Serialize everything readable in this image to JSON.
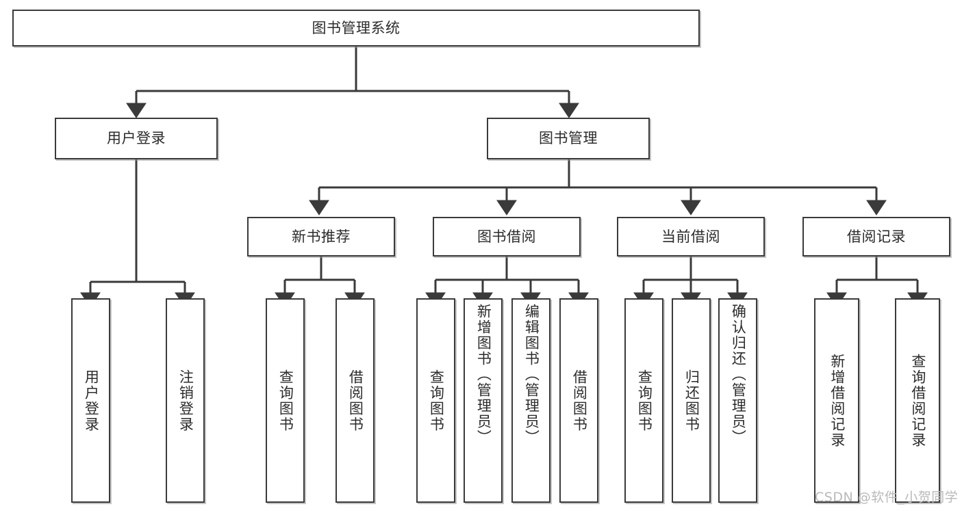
{
  "diagram": {
    "title_node": {
      "label": "图书管理系统"
    },
    "level1": [
      {
        "label": "用户登录"
      },
      {
        "label": "图书管理"
      }
    ],
    "level2": [
      {
        "label": "新书推荐"
      },
      {
        "label": "图书借阅"
      },
      {
        "label": "当前借阅"
      },
      {
        "label": "借阅记录"
      }
    ],
    "leaves": {
      "user_login": [
        {
          "label": "用户登录"
        },
        {
          "label": "注销登录"
        }
      ],
      "new_book": [
        {
          "label": "查询图书"
        },
        {
          "label": "借阅图书"
        }
      ],
      "book_borrow": [
        {
          "label": "查询图书"
        },
        {
          "label": "新增图书（管理员）"
        },
        {
          "label": "编辑图书（管理员）"
        },
        {
          "label": "借阅图书"
        }
      ],
      "current_borrow": [
        {
          "label": "查询图书"
        },
        {
          "label": "归还图书"
        },
        {
          "label": "确认归还（管理员）"
        }
      ],
      "borrow_record": [
        {
          "label": "新增借阅记录"
        },
        {
          "label": "查询借阅记录"
        }
      ]
    }
  },
  "watermark": {
    "text": "CSDN @软件_小贺同学"
  },
  "colors": {
    "stroke": "#3a3a3a",
    "text": "#2b2b2b",
    "background": "#ffffff",
    "watermark": "#b9b9b9"
  }
}
